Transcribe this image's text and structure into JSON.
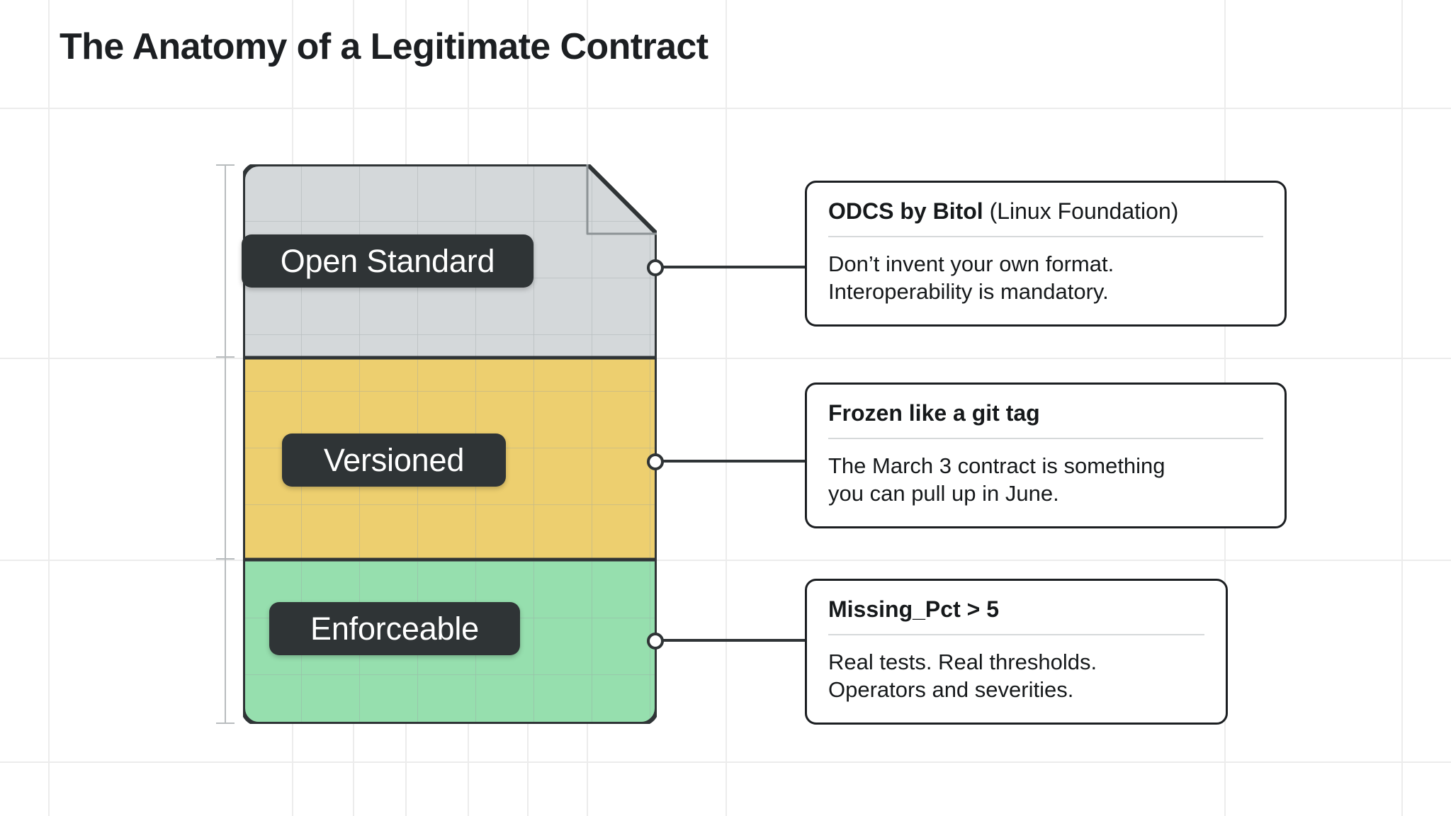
{
  "page": {
    "title": "The Anatomy of a Legitimate Contract",
    "background_color": "#ffffff",
    "grid_line_color": "#ececec"
  },
  "diagram": {
    "type": "document-stack-with-callouts",
    "document": {
      "name": "contract-document",
      "outline_color": "#2f3436",
      "folded_corner": true,
      "bands": [
        {
          "id": "open-standard",
          "label": "Open Standard",
          "fill": "#d4d8da",
          "label_pill_color": "#2f3436",
          "label_text_color": "#ffffff"
        },
        {
          "id": "versioned",
          "label": "Versioned",
          "fill": "#edcf6f",
          "label_pill_color": "#2f3436",
          "label_text_color": "#ffffff"
        },
        {
          "id": "enforceable",
          "label": "Enforceable",
          "fill": "#96dfae",
          "label_pill_color": "#2f3436",
          "label_text_color": "#ffffff"
        }
      ]
    },
    "ruler": {
      "name": "vertical-measure-ruler",
      "color": "#b8bcbe",
      "tick_count": 4
    },
    "callouts": [
      {
        "id": "callout-open-standard",
        "title_strong": "ODCS by Bitol",
        "title_light": "(Linux Foundation)",
        "body_lines": [
          "Don’t invent your own format.",
          "Interoperability is mandatory."
        ]
      },
      {
        "id": "callout-versioned",
        "title_strong": "Frozen like a git tag",
        "title_light": "",
        "body_lines": [
          "The March 3 contract is something",
          "you can pull up in June."
        ]
      },
      {
        "id": "callout-enforceable",
        "title_strong": "Missing_Pct > 5",
        "title_light": "",
        "body_lines": [
          "Real tests. Real thresholds.",
          "Operators and severities."
        ]
      }
    ]
  }
}
